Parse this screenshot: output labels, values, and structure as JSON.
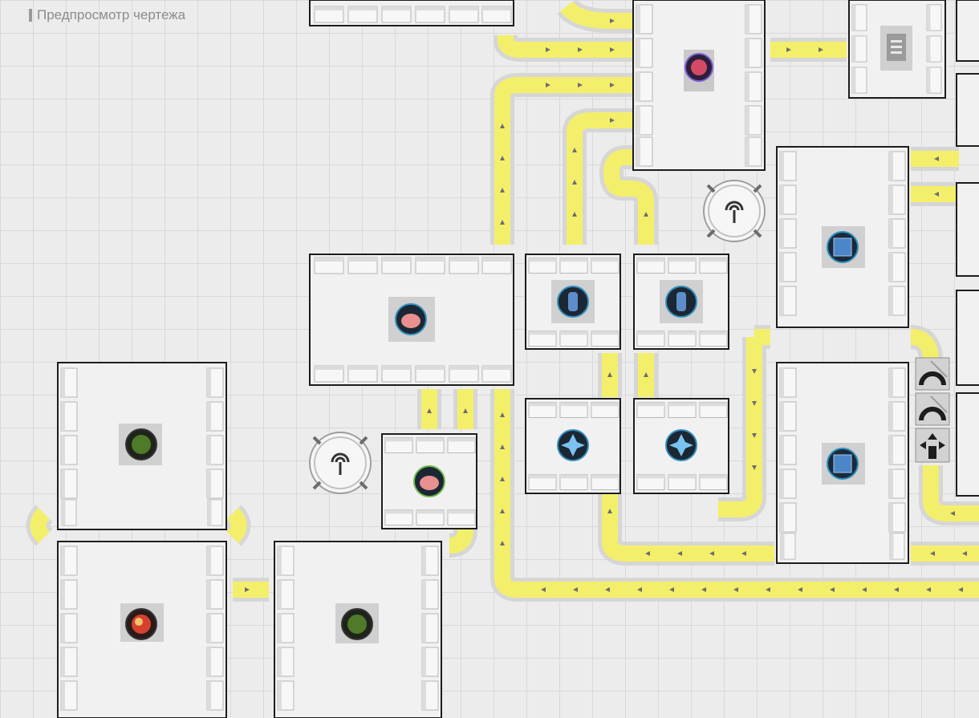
{
  "header": {
    "title": "Предпросмотр чертежа"
  },
  "colors": {
    "belt": "#f4ef6a",
    "belt_edge": "#e3dc45",
    "frame": "#1d1d1d",
    "slot": "#f6f6f6"
  },
  "side_tools": [
    {
      "name": "bridge-splitter-icon"
    },
    {
      "name": "bridge-merger-icon"
    },
    {
      "name": "direction-arrow-icon"
    }
  ],
  "machines": [
    {
      "name": "machine-top-right-storage",
      "icon": "storage-list-icon"
    },
    {
      "name": "machine-top-center",
      "icon": "crimson-ore-icon"
    },
    {
      "name": "machine-top-strip",
      "icon": "none"
    },
    {
      "name": "machine-refiner-left",
      "icon": "pink-ore-icon"
    },
    {
      "name": "machine-crystal-1",
      "icon": "blue-crystal-icon"
    },
    {
      "name": "machine-crystal-2",
      "icon": "blue-crystal-icon"
    },
    {
      "name": "machine-gem-1",
      "icon": "star-gem-icon"
    },
    {
      "name": "machine-gem-2",
      "icon": "star-gem-icon"
    },
    {
      "name": "machine-small-center",
      "icon": "pink-ore-icon"
    },
    {
      "name": "machine-cube-upper",
      "icon": "blue-cube-icon"
    },
    {
      "name": "machine-cube-lower",
      "icon": "blue-cube-icon"
    },
    {
      "name": "machine-plant-left-top",
      "icon": "green-plant-icon"
    },
    {
      "name": "machine-berry-left-bottom",
      "icon": "red-berry-icon"
    },
    {
      "name": "machine-plant-bottom",
      "icon": "green-plant-icon"
    }
  ],
  "towers": [
    {
      "name": "relay-tower-icon"
    },
    {
      "name": "relay-tower-icon"
    }
  ]
}
